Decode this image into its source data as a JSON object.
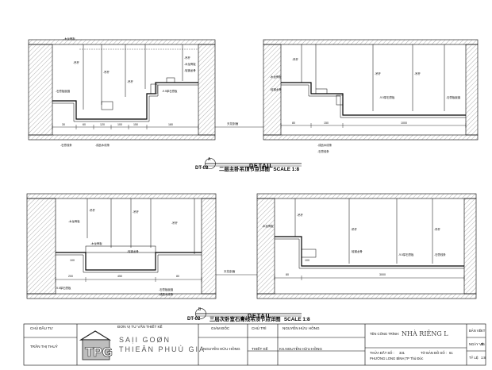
{
  "detail_a": {
    "letter": "A",
    "word": "DETAIL",
    "code": "DT-02",
    "name": "二层主卧吊顶节点详图",
    "scale": "SCALE 1:8",
    "ceiling_label": "天花剖面",
    "left_labels": [
      "-木龙骨板",
      "-吊杆",
      "-吊杆",
      "-吊杆",
      "-吊杆",
      "-木龙骨板",
      "-轻钢龙骨",
      "-9.5厚石膏板",
      "-石膏板嵌缝",
      "-成品木线条",
      "-石膏线条"
    ],
    "right_labels": [
      "-吊杆",
      "-吊杆",
      "-吊杆",
      "-木龙骨板",
      "-轻钢龙骨",
      "-9.5厚石膏板",
      "-石膏板嵌缝",
      "-成品木线条",
      "-石膏线条"
    ],
    "dims": [
      "30",
      "60",
      "120",
      "100",
      "150",
      "180",
      "1000",
      "80",
      "150"
    ]
  },
  "detail_b": {
    "letter": "B",
    "word": "DETAIL",
    "code": "DT-02",
    "name": "三层次卧室石膏线吊顶节点详图",
    "scale": "SCALE 1:8",
    "ceiling_label": "天花剖面",
    "left_labels": [
      "-木龙骨板",
      "-吊杆",
      "-吊杆",
      "-吊杆",
      "-轻钢龙骨",
      "-木龙骨板",
      "-9.5厚石膏板",
      "-石膏板嵌缝",
      "-成品木线条"
    ],
    "right_labels": [
      "-吊杆",
      "-吊杆",
      "-吊杆",
      "-木龙骨板",
      "-轻钢龙骨",
      "-9.5厚石膏板",
      "-石膏线条"
    ],
    "dims": [
      "200",
      "450",
      "80",
      "100",
      "80",
      "3000",
      "100"
    ]
  },
  "title_block": {
    "owner_header": "CHỦ ĐẦU TƯ",
    "owner_name": "TRẦN THỊ THUỶ",
    "consultant_header": "ĐƠN VỊ TƯ VẤN THIẾT KẾ",
    "company_line1": "SAỊI  GOØN",
    "company_line2": "THIEÂN  PHUÙ  GIA",
    "logo_text": "TPG",
    "director_header": "GIÁM ĐỐC",
    "director_name": "NGUYỄN HỮU HỒNG",
    "role1": "CHỦ TRÌ",
    "role1_name": "NGUYỄN HỮU HỒNG",
    "role2": "THIẾT KẾ",
    "role2_name": "KS.NGUYỄN HỮU HỒNG",
    "project_header": "TÊN CÔNG TRÌNH:",
    "project_name": "NHÀ    RIÊNG L",
    "lot_label": "THỬA ĐẤT SỐ :",
    "lot_value": "331",
    "map_label": "TỜ BẢN ĐỒ SỐ :",
    "map_value": "61",
    "location": "PHƯỜNG LONG BÌNH,TP Thủ Đức",
    "side_label1": "BẢN VẼ",
    "side_label2": "NGÀY VẼ",
    "side_label3": "TỶ LỆ",
    "side_value1": "KT",
    "side_value2": "05",
    "side_value3": "1:8"
  }
}
